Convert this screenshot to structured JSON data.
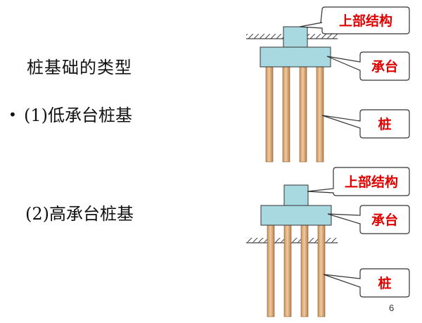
{
  "slide": {
    "title": "桩基础的类型",
    "bullet_symbol": "•",
    "item1": "(1)低承台桩基",
    "item2": "(2)高承台桩基",
    "page_number": "6"
  },
  "diagram_top": {
    "label_superstructure": "上部结构",
    "label_cap": "承台",
    "label_pile": "桩"
  },
  "diagram_bottom": {
    "label_superstructure": "上部结构",
    "label_cap": "承台",
    "label_pile": "桩"
  },
  "colors": {
    "cap_fill": "#a8d8e0",
    "pile_fill": "#e0b78c",
    "label_text": "#e00000",
    "outline": "#333333"
  }
}
